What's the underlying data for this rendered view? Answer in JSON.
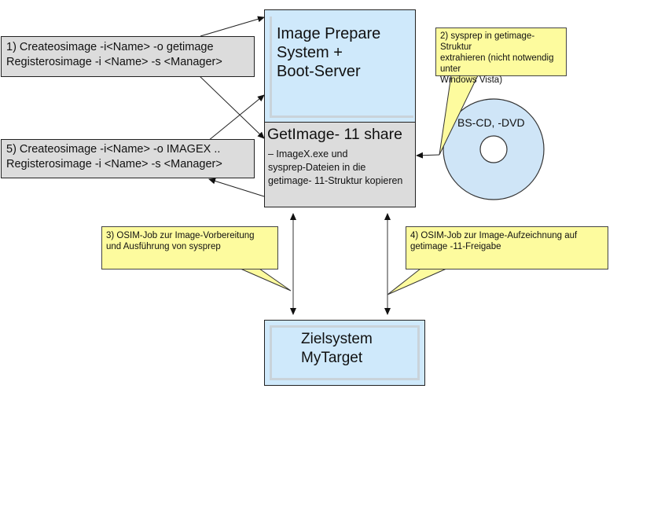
{
  "colors": {
    "grey_box": "#dcdcdc",
    "blue_box": "#cfe9fb",
    "callout_yellow": "#fdfb9e",
    "cd_blue": "#cfe5f7",
    "line": "#222222"
  },
  "step1_box": {
    "line1": "1) Createosimage -i<Name> -o getimage",
    "line2": "Registerosimage -i <Name> -s <Manager>"
  },
  "step5_box": {
    "line1": "5) Createosimage -i<Name> -o IMAGEX ..",
    "line2": "Registerosimage -i <Name> -s <Manager>"
  },
  "server_box": {
    "line1": "Image Prepare",
    "line2": "System +",
    "line3": "Boot-Server"
  },
  "share_box": {
    "title": "GetImage- 11 share",
    "desc_line1": "– ImageX.exe und",
    "desc_line2": "sysprep-Dateien in die",
    "desc_line3": "getimage- 11-Struktur kopieren"
  },
  "callout2": {
    "line1": "2) sysprep in getimage-Struktur",
    "line2": "extrahieren (nicht notwendig unter",
    "line3": "Windows Vista)"
  },
  "callout3": {
    "line1": "3) OSIM-Job zur Image-Vorbereitung",
    "line2": "und Ausführung von sysprep"
  },
  "callout4": {
    "line1": "4) OSIM-Job zur Image-Aufzeichnung auf",
    "line2": "getimage -11-Freigabe"
  },
  "cd": {
    "label": "BS-CD, -DVD",
    "icon": "cd-disc-icon"
  },
  "target_box": {
    "line1": "Zielsystem",
    "line2": "MyTarget"
  }
}
